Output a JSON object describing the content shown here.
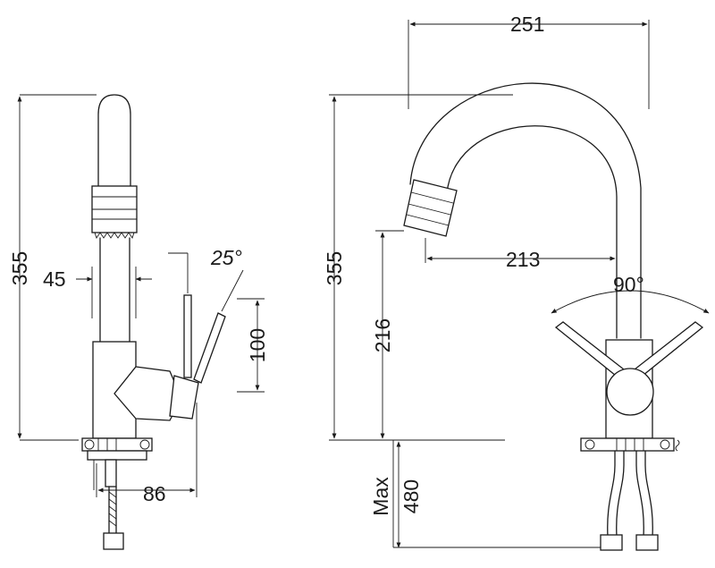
{
  "side_view": {
    "height_label": "355",
    "tube_dia_label": "45",
    "lever_angle_label": "25°",
    "lever_travel_label": "100",
    "reach_label": "86"
  },
  "front_view": {
    "width_label": "251",
    "height_label": "355",
    "spout_reach_label": "213",
    "spout_clearance_label": "216",
    "lever_angle_label": "90°",
    "hose_max_word": "Max",
    "hose_length_label": "480"
  }
}
